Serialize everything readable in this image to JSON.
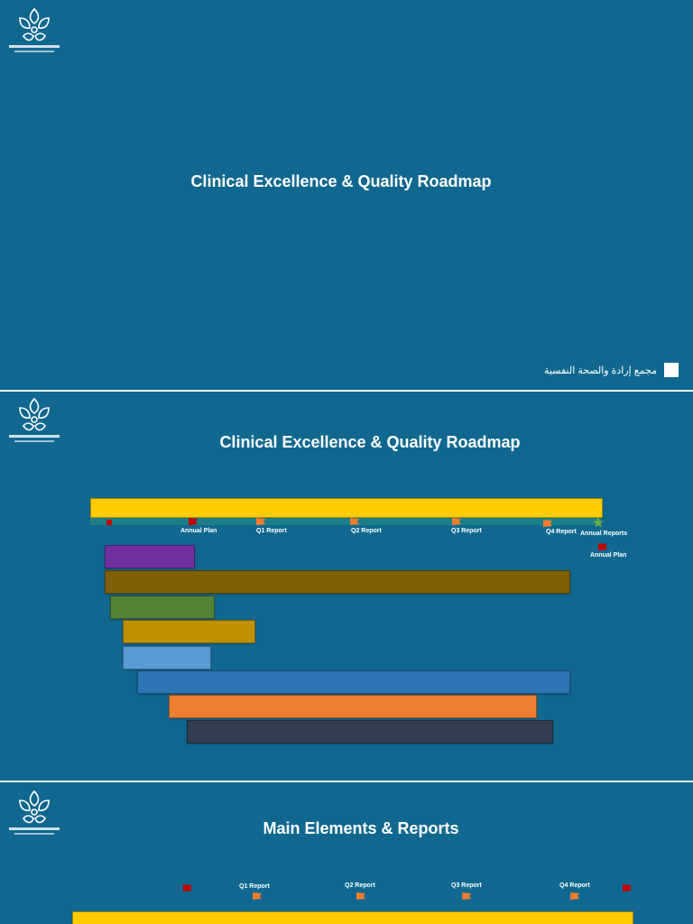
{
  "slides": [
    {
      "title": "Clinical Excellence & Quality Roadmap",
      "footer": "مجمع إرادة والصحة النفسية"
    },
    {
      "title": "Clinical Excellence & Quality Roadmap",
      "milestones": [
        {
          "label": "Annual Plan",
          "color": "#c00000",
          "icon": "flag-icon"
        },
        {
          "label": "Q1 Report",
          "color": "#ed7d31",
          "icon": "flag-icon"
        },
        {
          "label": "Q2 Report",
          "color": "#ed7d31",
          "icon": "flag-icon"
        },
        {
          "label": "Q3 Report",
          "color": "#ed7d31",
          "icon": "flag-icon"
        },
        {
          "label": "Q4 Report",
          "color": "#ed7d31",
          "icon": "flag-icon"
        },
        {
          "label": "Annual Reports",
          "color": "#70ad47",
          "icon": "star-icon"
        },
        {
          "label": "Annual Plan",
          "color": "#c00000",
          "icon": "flag-icon"
        }
      ],
      "bar_colors": [
        "#ffcc00",
        "#7030a0",
        "#7f6000",
        "#548235",
        "#bf9000",
        "#5b9bd5",
        "#2e75b6",
        "#ed7d31",
        "#333f50"
      ]
    },
    {
      "title": "Main Elements & Reports",
      "milestones": [
        {
          "label": "Q1 Report",
          "color": "#ed7d31"
        },
        {
          "label": "Q2 Report",
          "color": "#ed7d31"
        },
        {
          "label": "Q3 Report",
          "color": "#ed7d31"
        },
        {
          "label": "Q4 Report",
          "color": "#ed7d31"
        }
      ],
      "flag_color": "#c00000",
      "bar_color": "#ffcc00"
    }
  ]
}
